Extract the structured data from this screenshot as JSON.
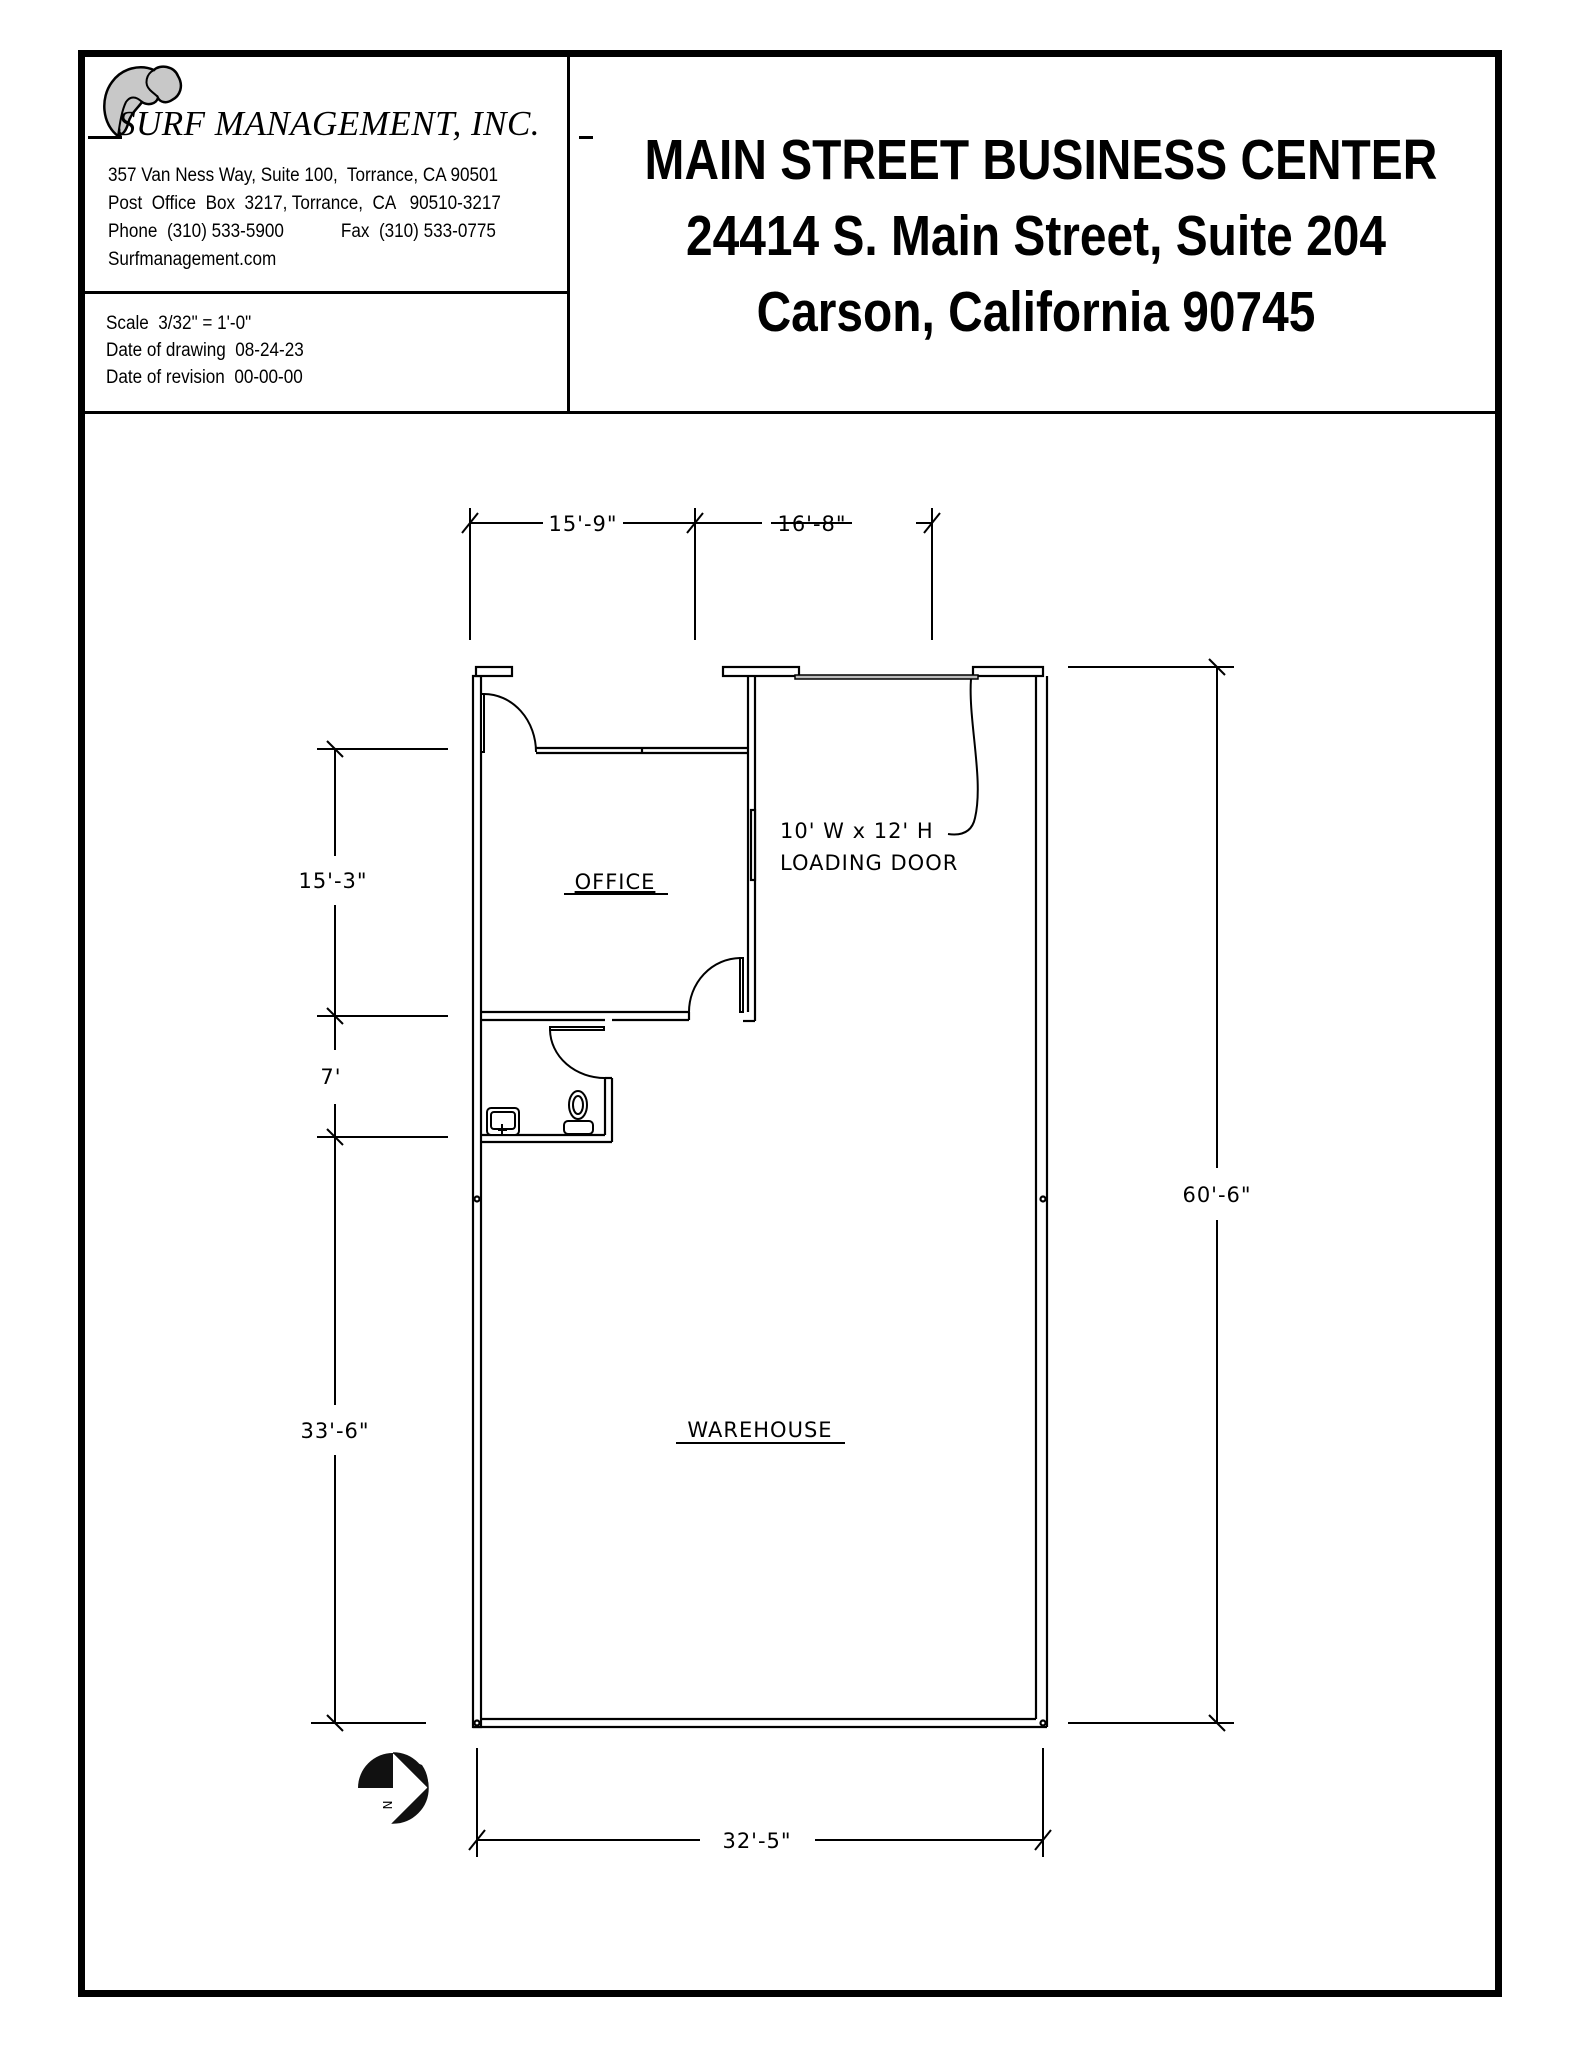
{
  "company": {
    "name": "SURF MANAGEMENT, INC.",
    "logo_icon": "wave-logo-icon",
    "address_line": "357 Van Ness Way, Suite 100,  Torrance, CA 90501",
    "po_box_line": "Post  Office  Box  3217, Torrance,  CA   90510-3217",
    "phone_label": "Phone",
    "phone": "(310) 533-5900",
    "fax_label": "Fax",
    "fax": "(310) 533-0775",
    "website": "Surfmanagement.com"
  },
  "drawing_info": {
    "scale_label": "Scale",
    "scale": "3/32\" = 1'-0\"",
    "date_of_drawing_label": "Date of drawing",
    "date_of_drawing": "08-24-23",
    "date_of_revision_label": "Date of revision",
    "date_of_revision": "00-00-00"
  },
  "title": {
    "line1": "MAIN STREET BUSINESS CENTER",
    "line2": "24414 S. Main Street, Suite 204",
    "line3": "Carson, California  90745"
  },
  "floor_plan": {
    "rooms": [
      {
        "label": "OFFICE"
      },
      {
        "label": "WAREHOUSE"
      }
    ],
    "fixtures": [
      "sink-icon",
      "toilet-icon"
    ],
    "loading_door_note": {
      "line1": "10' W x 12' H",
      "line2": "LOADING DOOR"
    },
    "dimensions": {
      "top_left": "15'-9\"",
      "top_right": "16'-8\"",
      "left_office": "15'-3\"",
      "left_restroom": "7'",
      "left_warehouse": "33'-6\"",
      "right_overall": "60'-6\"",
      "bottom_overall": "32'-5\""
    },
    "north_arrow": {
      "icon": "north-arrow-icon",
      "label": "N"
    }
  },
  "colors": {
    "line": "#000000",
    "logo_fill": "#c8c8c8",
    "door_fill": "#bdbdbd",
    "background": "#ffffff"
  }
}
